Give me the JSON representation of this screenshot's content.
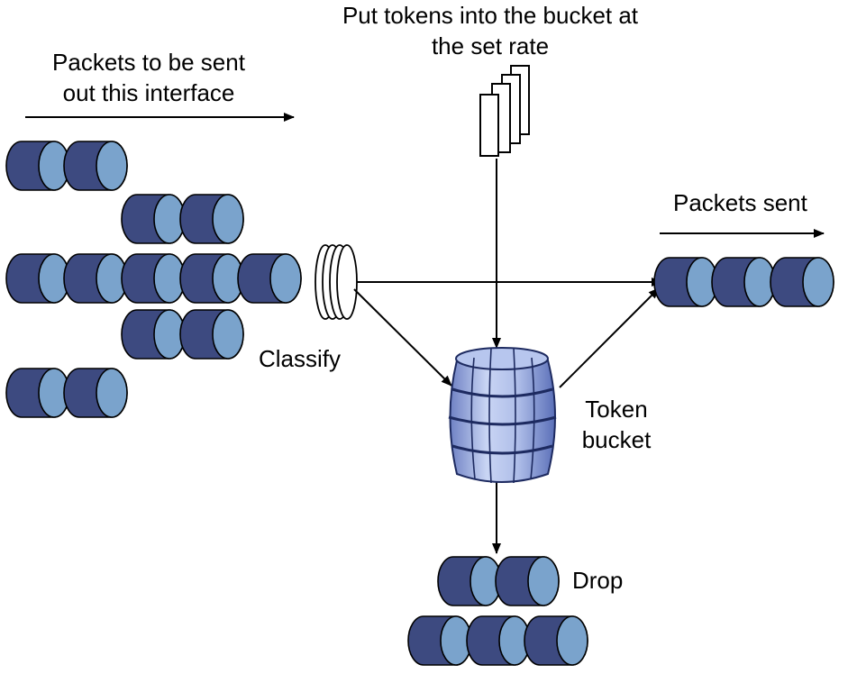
{
  "labels": {
    "input_line1": "Packets to be sent",
    "input_line2": "out this interface",
    "tokens_line1": "Put tokens into the bucket at",
    "tokens_line2": "the set rate",
    "sent": "Packets sent",
    "classify": "Classify",
    "bucket_line1": "Token",
    "bucket_line2": "bucket",
    "drop": "Drop"
  },
  "colors": {
    "packet_body": "#3d4a80",
    "packet_face": "#7aa3cc",
    "barrel_light": "#c3cff0",
    "barrel_dark": "#5a6fb8",
    "line": "#000000"
  }
}
